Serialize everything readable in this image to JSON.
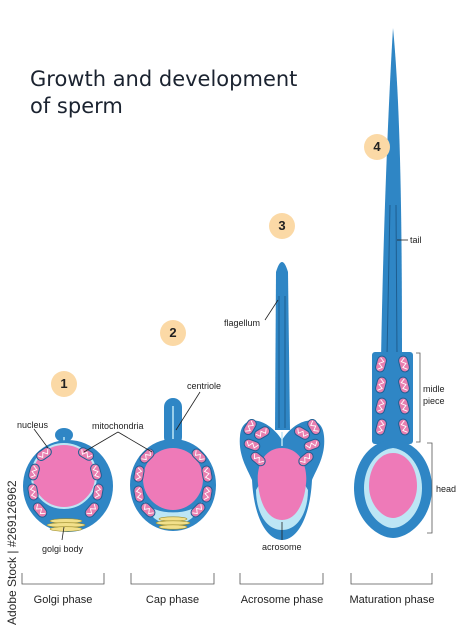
{
  "title_line1": "Growth and development",
  "title_line2": "of sperm",
  "watermark": "Adobe Stock | #269126962",
  "stage_numbers": [
    "1",
    "2",
    "3",
    "4"
  ],
  "labels": {
    "nucleus": "nucleus",
    "mitochondria": "mitochondria",
    "golgi_body": "golgi body",
    "centriole": "centriole",
    "flagellum": "flagellum",
    "acrosome": "acrosome",
    "tail": "tail",
    "midle_piece_1": "midle",
    "midle_piece_2": "piece",
    "head": "head"
  },
  "phases": [
    "Golgi phase",
    "Cap phase",
    "Acrosome phase",
    "Maturation phase"
  ],
  "colors": {
    "cell_blue": "#2f86c5",
    "nucleus_pink": "#ee7ab8",
    "acrosome_light": "#bde6f5",
    "mitochondria": "#e87fb0",
    "golgi": "#f2e08b",
    "badge": "#fbd9a6"
  }
}
